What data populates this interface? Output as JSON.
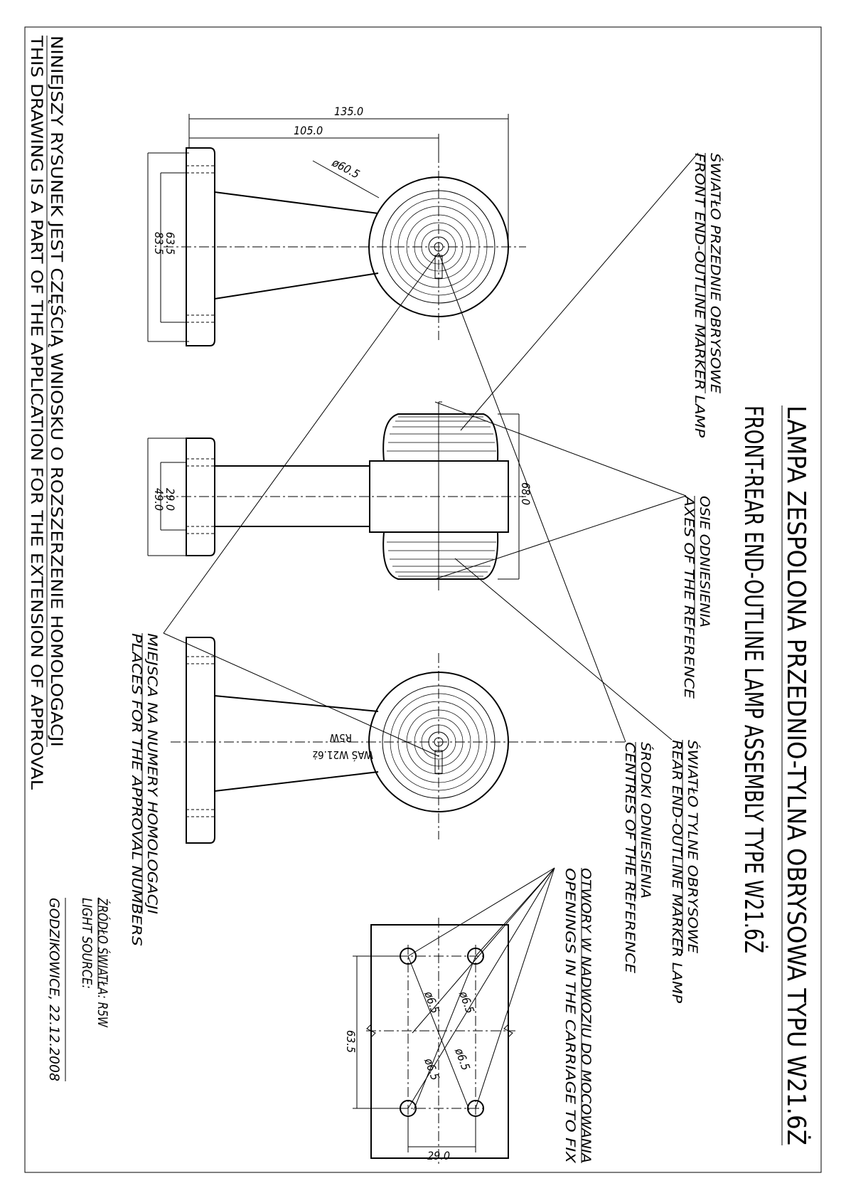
{
  "title": {
    "line1": "LAMPA ZESPOLONA PRZEDNIO-TYLNA OBRYSOWA TYPU W21.6Ż",
    "line2": "FRONT-REAR END-OUTLINE LAMP ASSEMBLY TYPE W21.6Ż"
  },
  "note": {
    "line1": "NINIEJSZY RYSUNEK JEST CZĘŚCIĄ WNIOSKU O ROZSZERZENIE HOMOLOGACJI",
    "line2": "THIS DRAWING IS A PART OF THE APPLICATION FOR THE EXTENSION OF APPROVAL"
  },
  "labels": {
    "front_pl": "ŚWIATŁO PRZEDNIE OBRYSOWE",
    "front_en": "FRONT END-OUTLINE MARKER LAMP",
    "axes_pl": "OSIE ODNIESIENIA",
    "axes_en": "AXES OF THE REFERENCE",
    "rear_pl": "ŚWIATŁO TYLNE OBRYSOWE",
    "rear_en": "REAR END-OUTLINE MARKER LAMP",
    "centres_pl": "ŚRODKI ODNIESIENIA",
    "centres_en": "CENTRES OF THE REFERENCE",
    "holes_pl": "OTWORY W NADWOZIU DO MOCOWANIA",
    "holes_en": "OPENINGS IN THE CARRIAGE TO FIX",
    "places_pl": "MIEJSCA NA NUMERY HOMOLOGACJI",
    "places_en": "PLACES FOR THE APPROVAL NUMBERS",
    "source_pl": "ŹRÓDŁO ŚWIATŁA: R5W",
    "source_en": "LIGHT SOURCE:",
    "date": "GODZIKOWICE, 22.12.2008",
    "bulb": "R5W",
    "marking": "WAŚ W21.6ż"
  },
  "dims": {
    "d135": "135.0",
    "d105": "105.0",
    "d605": "ø60.5",
    "d635a": "63.5",
    "d835": "83.5",
    "d290a": "29.0",
    "d490": "49.0",
    "d680": "68.0",
    "d635b": "63.5",
    "d290b": "29.0",
    "hole1": "ø6.5",
    "hole2": "ø6.5",
    "hole3": "ø6.5",
    "hole4": "ø6.5"
  }
}
